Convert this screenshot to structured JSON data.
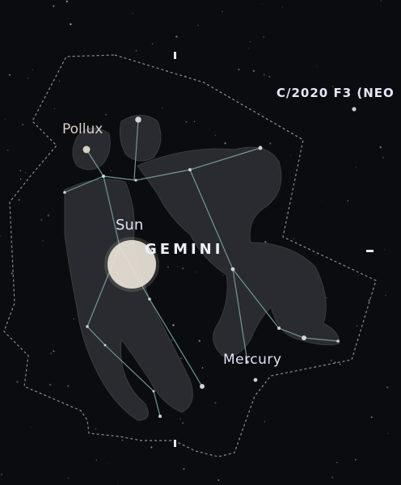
{
  "labels": {
    "pollux": "Pollux",
    "sun": "Sun",
    "constellation": "GEMINI",
    "mercury": "Mercury",
    "comet": "C/2020 F3 (NEO"
  },
  "colors": {
    "background": "#0b0c10",
    "boundary": "#8c8d92",
    "constellation_lines": "#6f9a93",
    "sun": "#e8e2d8",
    "label": "#dfe2f2"
  }
}
